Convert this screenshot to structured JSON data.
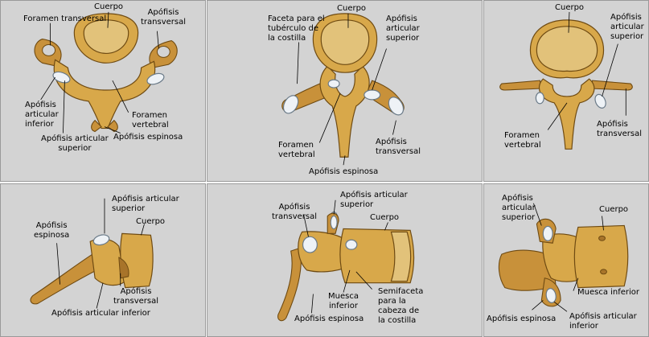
{
  "panels": {
    "p1": {
      "cuerpo": "Cuerpo",
      "foramen_transversal": "Foramen transversal",
      "apofisis_transversal": "Apófisis\ntransversal",
      "apofisis_articular_inferior": "Apófisis\narticular\ninferior",
      "foramen_vertebral": "Foramen\nvertebral",
      "apofisis_articular_superior": "Apófisis articular\nsuperior",
      "apofisis_espinosa": "Apófisis espinosa"
    },
    "p2": {
      "faceta_tuberculo": "Faceta para el\ntubérculo de\nla costilla",
      "cuerpo": "Cuerpo",
      "apofisis_articular_superior": "Apófisis\narticular\nsuperior",
      "foramen_vertebral": "Foramen\nvertebral",
      "apofisis_transversal": "Apófisis\ntransversal",
      "apofisis_espinosa": "Apófisis espinosa"
    },
    "p3": {
      "cuerpo": "Cuerpo",
      "apofisis_articular_superior": "Apófisis\narticular\nsuperior",
      "foramen_vertebral": "Foramen\nvertebral",
      "apofisis_transversal": "Apófisis\ntransversal"
    },
    "p4": {
      "apofisis_articular_superior": "Apófisis articular\nsuperior",
      "cuerpo": "Cuerpo",
      "apofisis_espinosa": "Apófisis\nespinosa",
      "apofisis_transversal": "Apófisis\ntransversal",
      "apofisis_articular_inferior": "Apófisis articular inferior"
    },
    "p5": {
      "apofisis_transversal": "Apófisis\ntransversal",
      "apofisis_articular_superior": "Apófisis articular\nsuperior",
      "cuerpo": "Cuerpo",
      "muesca_inferior": "Muesca\ninferior",
      "semifaceta": "Semifaceta\npara la\ncabeza de\nla costilla",
      "apofisis_espinosa": "Apófisis espinosa"
    },
    "p6": {
      "apofisis_articular_superior": "Apófisis\narticular\nsuperior",
      "cuerpo": "Cuerpo",
      "muesca_inferior": "Muesca inferior",
      "apofisis_espinosa": "Apófisis espinosa",
      "apofisis_articular_inferior": "Apófisis articular\ninferior"
    }
  },
  "colors": {
    "panel_background": "#d3d3d3",
    "bone": "#d8a84a",
    "bone_outline": "#6e4a12",
    "articular_facet": "#eef2f6"
  }
}
